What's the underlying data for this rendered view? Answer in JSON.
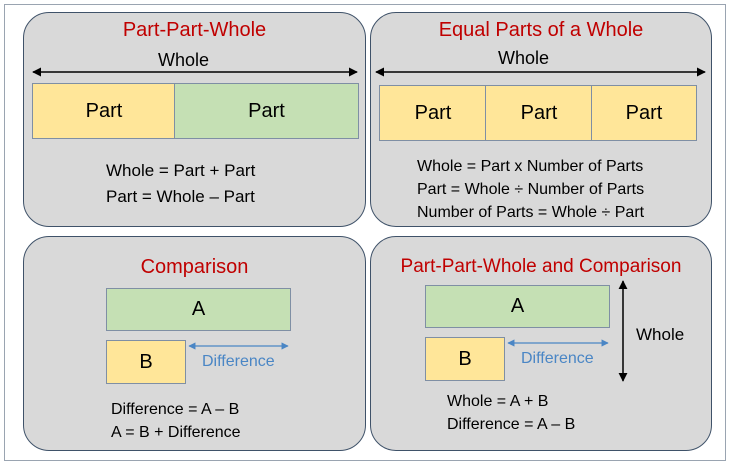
{
  "panel1": {
    "title": "Part-Part-Whole",
    "whole_label": "Whole",
    "part_a": "Part",
    "part_b": "Part",
    "eq1": "Whole = Part + Part",
    "eq2": "Part = Whole – Part",
    "colors": {
      "part_a": "#ffe699",
      "part_b": "#c5e0b4"
    }
  },
  "panel2": {
    "title": "Equal Parts of a Whole",
    "whole_label": "Whole",
    "parts": [
      "Part",
      "Part",
      "Part"
    ],
    "eq1": "Whole = Part x Number of Parts",
    "eq2": "Part = Whole ÷  Number of Parts",
    "eq3": "Number of Parts = Whole ÷ Part",
    "colors": {
      "part": "#ffe699"
    }
  },
  "panel3": {
    "title": "Comparison",
    "a_label": "A",
    "b_label": "B",
    "difference_label": "Difference",
    "eq1": "Difference = A – B",
    "eq2": "A = B + Difference"
  },
  "panel4": {
    "title": "Part-Part-Whole and Comparison",
    "a_label": "A",
    "b_label": "B",
    "difference_label": "Difference",
    "whole_label": "Whole",
    "eq1": "Whole  = A + B",
    "eq2": "Difference = A – B"
  },
  "colors": {
    "title": "#c00000",
    "panel_bg": "#d9d9d9",
    "panel_border": "#3f5269",
    "arrow_blue": "#4a86c5"
  }
}
